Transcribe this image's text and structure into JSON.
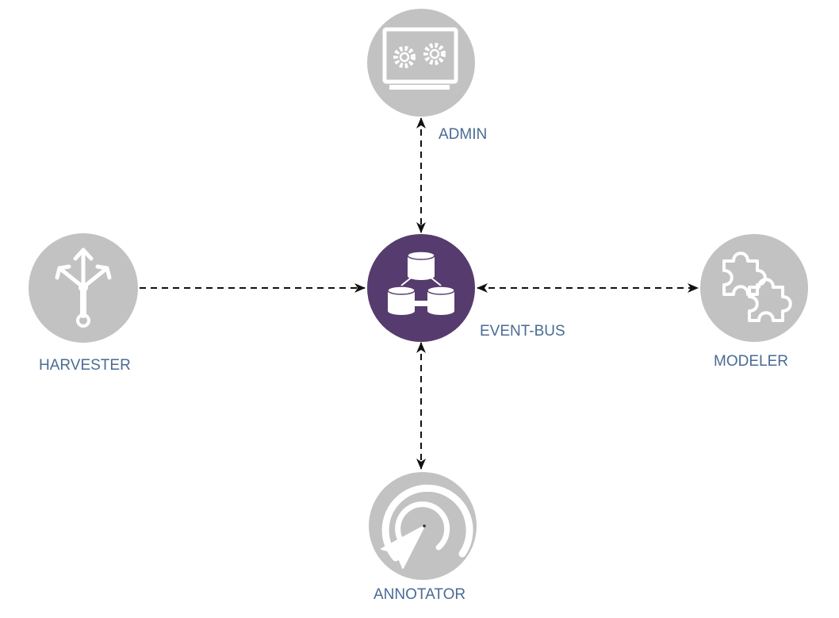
{
  "nodes": {
    "admin": {
      "label": "ADMIN",
      "icon": "admin-settings-icon"
    },
    "event_bus": {
      "label": "EVENT-BUS",
      "icon": "database-cluster-icon"
    },
    "harvester": {
      "label": "HARVESTER",
      "icon": "fork-arrows-icon"
    },
    "modeler": {
      "label": "MODELER",
      "icon": "puzzle-pieces-icon"
    },
    "annotator": {
      "label": "ANNOTATOR",
      "icon": "target-cursor-icon"
    }
  },
  "edges": [
    {
      "from": "harvester",
      "to": "event_bus",
      "direction": "one-way"
    },
    {
      "from": "admin",
      "to": "event_bus",
      "direction": "bidirectional"
    },
    {
      "from": "event_bus",
      "to": "modeler",
      "direction": "bidirectional"
    },
    {
      "from": "event_bus",
      "to": "annotator",
      "direction": "bidirectional"
    }
  ],
  "colors": {
    "node_gray": "#c2c2c2",
    "node_purple": "#563c6e",
    "label": "#4a6b94",
    "edge": "#111111"
  }
}
